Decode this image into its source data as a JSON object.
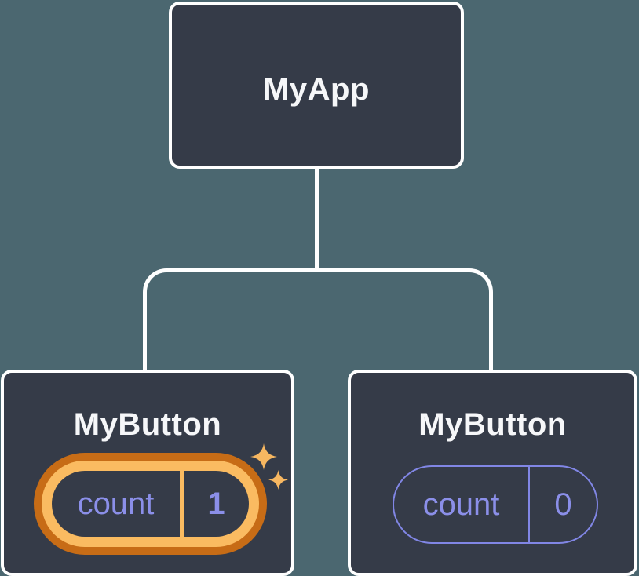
{
  "colors": {
    "background": "#4B6770",
    "node_fill": "#353B48",
    "node_border": "#FFFFFF",
    "title_text": "#F6F7F9",
    "state_text": "#8B8FE9",
    "state_pill_border": "#8186E5",
    "highlight_ring_outer": "#C76C16",
    "highlight_ring_inner": "#FABB61",
    "sparkle": "#F7B761",
    "connector": "#FFFFFF"
  },
  "tree": {
    "root": {
      "label": "MyApp"
    },
    "children": [
      {
        "label": "MyButton",
        "state_name": "count",
        "state_value": "1",
        "highlighted": true
      },
      {
        "label": "MyButton",
        "state_name": "count",
        "state_value": "0",
        "highlighted": false
      }
    ]
  }
}
